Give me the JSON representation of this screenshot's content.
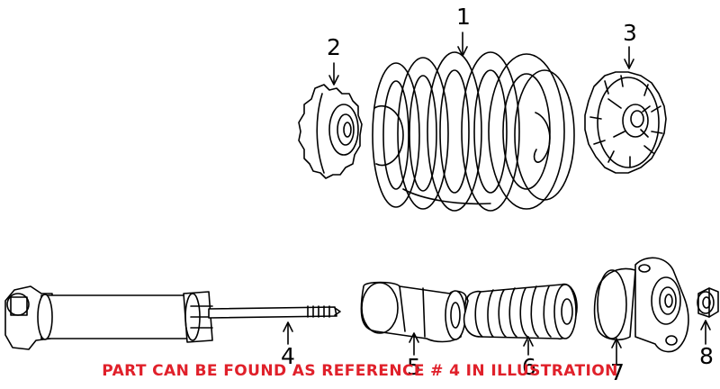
{
  "diagram": {
    "callouts": [
      {
        "id": "1",
        "label": "1",
        "part": "coil-spring"
      },
      {
        "id": "2",
        "label": "2",
        "part": "lower-spring-seat"
      },
      {
        "id": "3",
        "label": "3",
        "part": "upper-spring-seat"
      },
      {
        "id": "4",
        "label": "4",
        "part": "shock-absorber"
      },
      {
        "id": "5",
        "label": "5",
        "part": "dust-boot"
      },
      {
        "id": "6",
        "label": "6",
        "part": "bump-stop"
      },
      {
        "id": "7",
        "label": "7",
        "part": "upper-mount"
      },
      {
        "id": "8",
        "label": "8",
        "part": "mount-nut"
      }
    ],
    "notice": "PART CAN BE FOUND AS REFERENCE # 4 IN ILLUSTRATION",
    "colors": {
      "lines": "#000000",
      "notice": "#e0202a",
      "background": "#ffffff"
    }
  }
}
